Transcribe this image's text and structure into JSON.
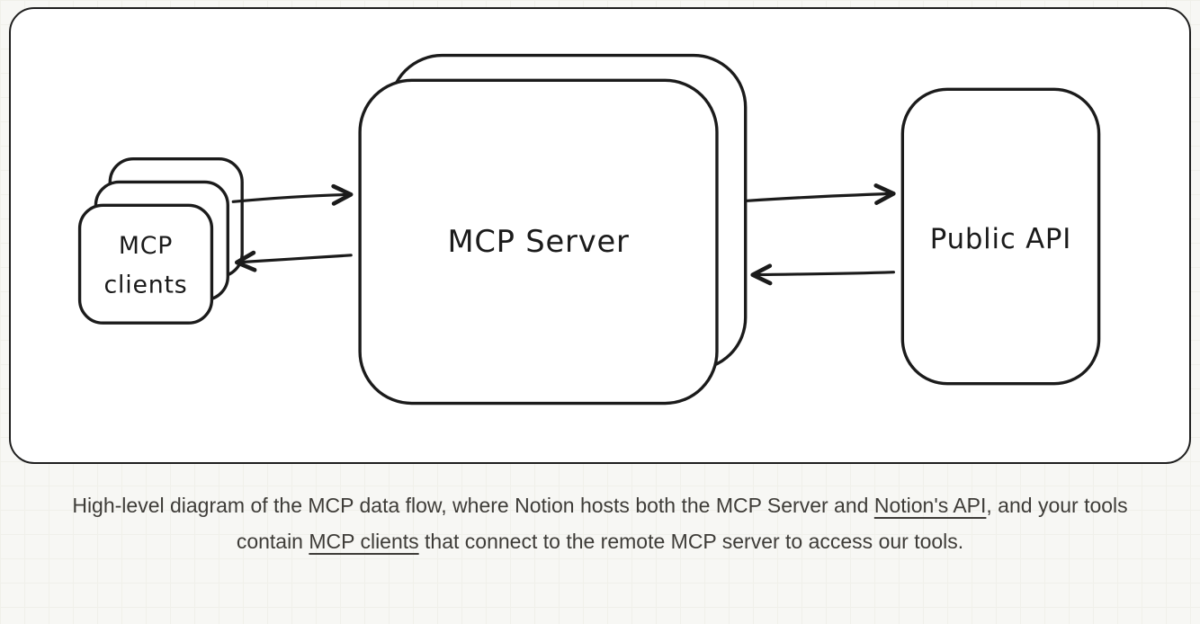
{
  "page": {
    "background_color": "#f7f7f4",
    "card_background": "#ffffff",
    "stroke_color": "#1b1b1b",
    "caption_text_color": "#3e3c38"
  },
  "diagram": {
    "clients_label_line1": "MCP",
    "clients_label_line2": "clients",
    "server_label": "MCP Server",
    "api_label": "Public API"
  },
  "caption": {
    "segment1": "High-level diagram of the MCP data flow, where Notion hosts both the MCP Server and ",
    "link_notions_api": "Notion's API",
    "segment2": ", and your tools contain ",
    "link_mcp_clients": "MCP clients",
    "segment3": " that connect to the remote MCP server to access our tools."
  }
}
